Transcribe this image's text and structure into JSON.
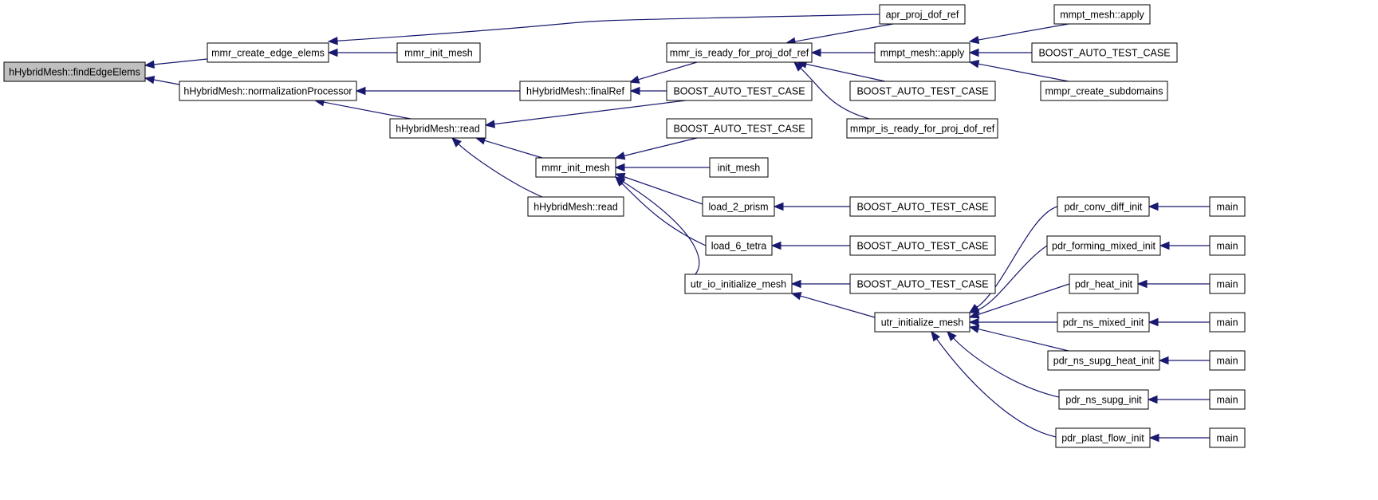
{
  "graph": {
    "colors": {
      "node_fill": "#ffffff",
      "root_fill": "#bfbfbf",
      "node_border": "#000000",
      "edge": "#191970"
    },
    "nodes": [
      {
        "id": "n0",
        "label": "hHybridMesh::findEdgeElems",
        "root": true
      },
      {
        "id": "n1",
        "label": "mmr_create_edge_elems"
      },
      {
        "id": "n2",
        "label": "hHybridMesh::normalizationProcessor"
      },
      {
        "id": "n3",
        "label": "apr_proj_dof_ref"
      },
      {
        "id": "n4",
        "label": "mmr_init_mesh"
      },
      {
        "id": "n5",
        "label": "hHybridMesh::finalRef"
      },
      {
        "id": "n6",
        "label": "hHybridMesh::read"
      },
      {
        "id": "n7",
        "label": "mmr_is_ready_for_proj_dof_ref"
      },
      {
        "id": "n8",
        "label": "BOOST_AUTO_TEST_CASE"
      },
      {
        "id": "n9",
        "label": "mmpt_mesh::apply"
      },
      {
        "id": "n10",
        "label": "BOOST_AUTO_TEST_CASE"
      },
      {
        "id": "n11",
        "label": "mmpr_is_ready_for_proj_dof_ref"
      },
      {
        "id": "n12",
        "label": "mmpt_mesh::apply"
      },
      {
        "id": "n13",
        "label": "BOOST_AUTO_TEST_CASE"
      },
      {
        "id": "n14",
        "label": "mmpr_create_subdomains"
      },
      {
        "id": "n15",
        "label": "mmr_init_mesh"
      },
      {
        "id": "n16",
        "label": "hHybridMesh::read"
      },
      {
        "id": "n17",
        "label": "BOOST_AUTO_TEST_CASE"
      },
      {
        "id": "n18",
        "label": "init_mesh"
      },
      {
        "id": "n19",
        "label": "load_2_prism"
      },
      {
        "id": "n20",
        "label": "load_6_tetra"
      },
      {
        "id": "n21",
        "label": "utr_io_initialize_mesh"
      },
      {
        "id": "n22",
        "label": "BOOST_AUTO_TEST_CASE"
      },
      {
        "id": "n23",
        "label": "BOOST_AUTO_TEST_CASE"
      },
      {
        "id": "n24",
        "label": "BOOST_AUTO_TEST_CASE"
      },
      {
        "id": "n25",
        "label": "utr_initialize_mesh"
      },
      {
        "id": "n26",
        "label": "pdr_conv_diff_init"
      },
      {
        "id": "n27",
        "label": "pdr_forming_mixed_init"
      },
      {
        "id": "n28",
        "label": "pdr_heat_init"
      },
      {
        "id": "n29",
        "label": "pdr_ns_mixed_init"
      },
      {
        "id": "n30",
        "label": "pdr_ns_supg_heat_init"
      },
      {
        "id": "n31",
        "label": "pdr_ns_supg_init"
      },
      {
        "id": "n32",
        "label": "pdr_plast_flow_init"
      },
      {
        "id": "n33",
        "label": "main"
      },
      {
        "id": "n34",
        "label": "main"
      },
      {
        "id": "n35",
        "label": "main"
      },
      {
        "id": "n36",
        "label": "main"
      },
      {
        "id": "n37",
        "label": "main"
      },
      {
        "id": "n38",
        "label": "main"
      },
      {
        "id": "n39",
        "label": "main"
      }
    ],
    "edges": [
      {
        "from": "n1",
        "to": "n0"
      },
      {
        "from": "n2",
        "to": "n0"
      },
      {
        "from": "n3",
        "to": "n1"
      },
      {
        "from": "n4",
        "to": "n1"
      },
      {
        "from": "n5",
        "to": "n2"
      },
      {
        "from": "n6",
        "to": "n2"
      },
      {
        "from": "n7",
        "to": "n5"
      },
      {
        "from": "n8",
        "to": "n5"
      },
      {
        "from": "n8",
        "to": "n6"
      },
      {
        "from": "n15",
        "to": "n6"
      },
      {
        "from": "n16",
        "to": "n6"
      },
      {
        "from": "n3",
        "to": "n7"
      },
      {
        "from": "n9",
        "to": "n7"
      },
      {
        "from": "n10",
        "to": "n7"
      },
      {
        "from": "n11",
        "to": "n7"
      },
      {
        "from": "n12",
        "to": "n9"
      },
      {
        "from": "n13",
        "to": "n9"
      },
      {
        "from": "n14",
        "to": "n9"
      },
      {
        "from": "n17",
        "to": "n15"
      },
      {
        "from": "n18",
        "to": "n15"
      },
      {
        "from": "n19",
        "to": "n15"
      },
      {
        "from": "n20",
        "to": "n15"
      },
      {
        "from": "n21",
        "to": "n15"
      },
      {
        "from": "n22",
        "to": "n19"
      },
      {
        "from": "n23",
        "to": "n20"
      },
      {
        "from": "n24",
        "to": "n21"
      },
      {
        "from": "n25",
        "to": "n21"
      },
      {
        "from": "n26",
        "to": "n25"
      },
      {
        "from": "n27",
        "to": "n25"
      },
      {
        "from": "n28",
        "to": "n25"
      },
      {
        "from": "n29",
        "to": "n25"
      },
      {
        "from": "n30",
        "to": "n25"
      },
      {
        "from": "n31",
        "to": "n25"
      },
      {
        "from": "n32",
        "to": "n25"
      },
      {
        "from": "n33",
        "to": "n26"
      },
      {
        "from": "n34",
        "to": "n27"
      },
      {
        "from": "n35",
        "to": "n28"
      },
      {
        "from": "n36",
        "to": "n29"
      },
      {
        "from": "n37",
        "to": "n30"
      },
      {
        "from": "n38",
        "to": "n31"
      },
      {
        "from": "n39",
        "to": "n32"
      }
    ]
  }
}
